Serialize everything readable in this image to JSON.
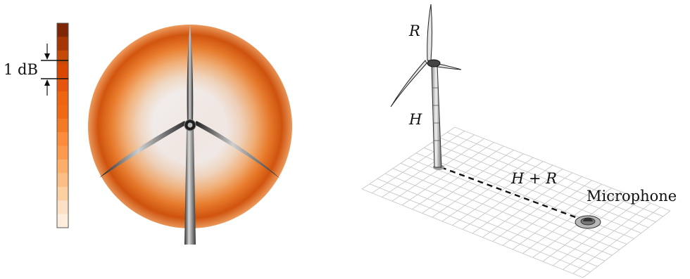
{
  "colorbar": {
    "step_label": "1 dB",
    "colors": [
      "#7f2704",
      "#a63603",
      "#c54a07",
      "#d94801",
      "#e6550d",
      "#ee6511",
      "#f16913",
      "#f47b25",
      "#fd8d3c",
      "#fd9a50",
      "#fdae6b",
      "#fdbe85",
      "#fdd0a2",
      "#fde0c5",
      "#feeddc"
    ]
  },
  "right_panel": {
    "label_R": "R",
    "label_H": "H",
    "label_distance": "H + R",
    "label_microphone": "Microphone"
  },
  "colors": {
    "ground_grid": "#c8c8c8",
    "tower": "#bdbdbd",
    "path_line": "#111111"
  }
}
